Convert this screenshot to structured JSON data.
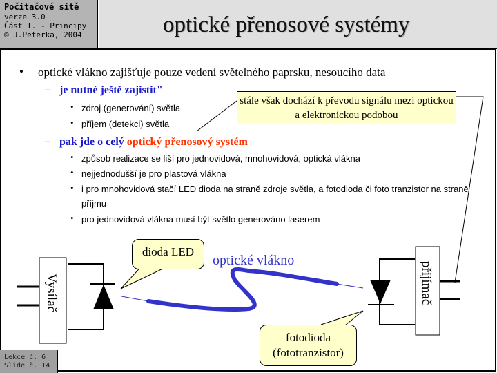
{
  "header": {
    "course": "Počítačové sítě",
    "version": "verze 3.0",
    "part": "Část I. - Principy",
    "author": "© J.Peterka, 2004",
    "title": "optické přenosové systémy"
  },
  "bullets": {
    "main": "optické vlákno zajišťuje pouze vedení světelného paprsku, nesoucího data",
    "sub1": "je nutné ještě zajistit\"",
    "sub1_items": [
      "zdroj (generování) světla",
      "příjem (detekci) světla"
    ],
    "sub2_prefix": "pak jde o celý ",
    "sub2_highlight": "optický přenosový systém",
    "sub2_items": [
      "způsob realizace se liší pro jednovidová, mnohovidová, optická vlákna",
      "nejjednodušší je pro plastová vlákna",
      "i pro mnohovidová stačí LED dioda na straně zdroje světla, a fotodioda či foto tranzistor na straně příjmu",
      "pro jednovidová vlákna musí být světlo generováno laserem"
    ]
  },
  "callouts": {
    "conversion": "stále však dochází k převodu signálu mezi optickou a elektronickou podobou",
    "led": "dioda LED",
    "photodiode_1": "fotodioda",
    "photodiode_2": "(fototranzistor)"
  },
  "diagram": {
    "transmitter": "Vysílač",
    "receiver": "přijímač",
    "fiber": "optické vlákno",
    "fiber_color": "#3333cc"
  },
  "footer": {
    "lesson": "Lekce č. 6",
    "slide": "Slide č. 14"
  }
}
